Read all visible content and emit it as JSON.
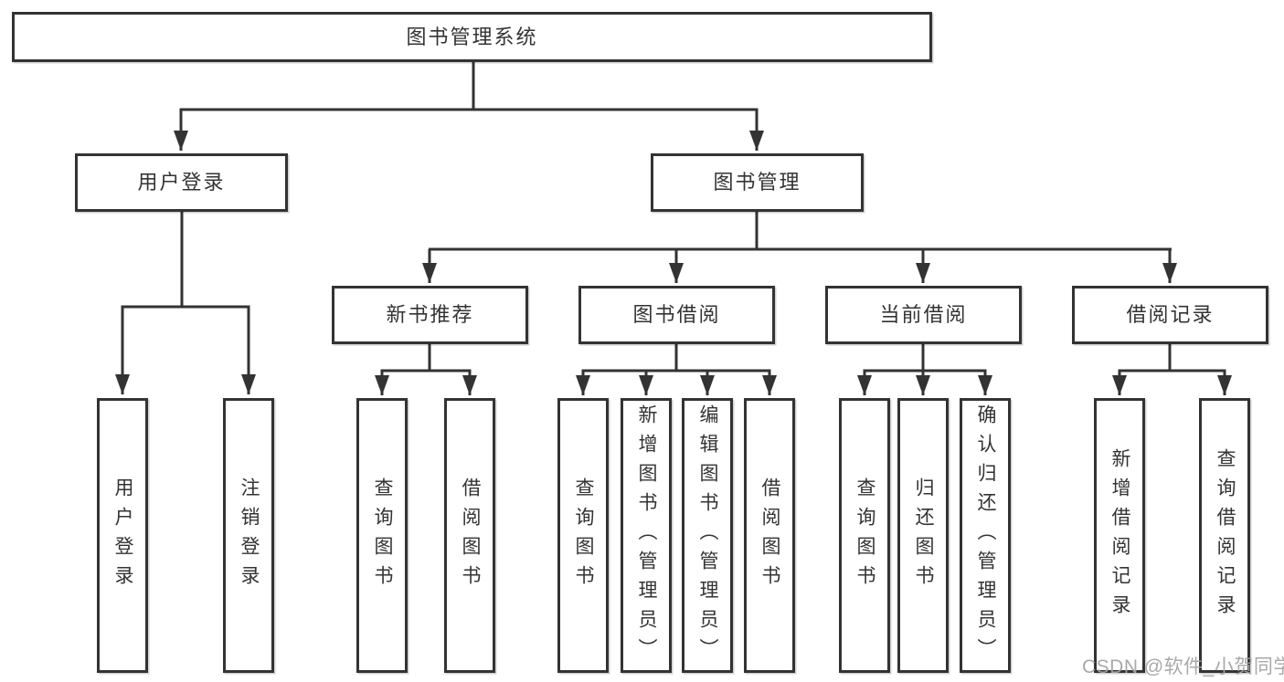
{
  "diagram": {
    "watermark": "CSDN @软件_小贺同学",
    "colors": {
      "background": "#ffffff",
      "line": "#333333",
      "text": "#333333",
      "watermark": "#a4a4a4"
    },
    "tree": {
      "root": {
        "label": "图书管理系统"
      },
      "children": [
        {
          "label": "用户登录",
          "children": [
            {
              "label": "用户登录"
            },
            {
              "label": "注销登录"
            }
          ]
        },
        {
          "label": "图书管理",
          "children": [
            {
              "label": "新书推荐",
              "children": [
                {
                  "label": "查询图书"
                },
                {
                  "label": "借阅图书"
                }
              ]
            },
            {
              "label": "图书借阅",
              "children": [
                {
                  "label": "查询图书"
                },
                {
                  "label": "新增图书（管理员）"
                },
                {
                  "label": "编辑图书（管理员）"
                },
                {
                  "label": "借阅图书"
                }
              ]
            },
            {
              "label": "当前借阅",
              "children": [
                {
                  "label": "查询图书"
                },
                {
                  "label": "归还图书"
                },
                {
                  "label": "确认归还（管理员）"
                }
              ]
            },
            {
              "label": "借阅记录",
              "children": [
                {
                  "label": "新增借阅记录"
                },
                {
                  "label": "查询借阅记录"
                }
              ]
            }
          ]
        }
      ]
    }
  }
}
